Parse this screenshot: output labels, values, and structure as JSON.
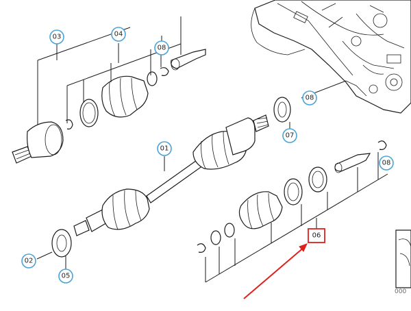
{
  "callouts": [
    {
      "id": "c01",
      "label": "01"
    },
    {
      "id": "c02",
      "label": "02"
    },
    {
      "id": "c03",
      "label": "03"
    },
    {
      "id": "c04",
      "label": "04"
    },
    {
      "id": "c05",
      "label": "05"
    },
    {
      "id": "c06",
      "label": "06"
    },
    {
      "id": "c07",
      "label": "07"
    },
    {
      "id": "c08a",
      "label": "08"
    },
    {
      "id": "c08b",
      "label": "08"
    },
    {
      "id": "c08c",
      "label": "08"
    }
  ],
  "highlight": {
    "label": "06",
    "color": "#e0201c"
  },
  "corner_code": "000",
  "colors": {
    "callout_ring": "#4aa3d8",
    "highlight": "#e0201c",
    "line": "#1a1a1a"
  }
}
